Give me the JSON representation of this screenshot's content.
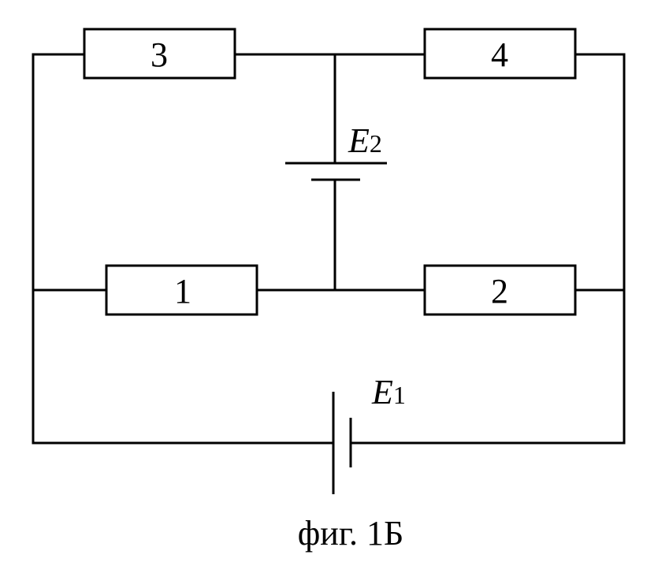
{
  "resistors": {
    "r1": "1",
    "r2": "2",
    "r3": "3",
    "r4": "4"
  },
  "sources": {
    "e1": {
      "symbol": "E",
      "subscript": "1"
    },
    "e2": {
      "symbol": "E",
      "subscript": "2"
    }
  },
  "caption": "фиг. 1Б",
  "colors": {
    "stroke": "#000000",
    "background": "#ffffff"
  }
}
